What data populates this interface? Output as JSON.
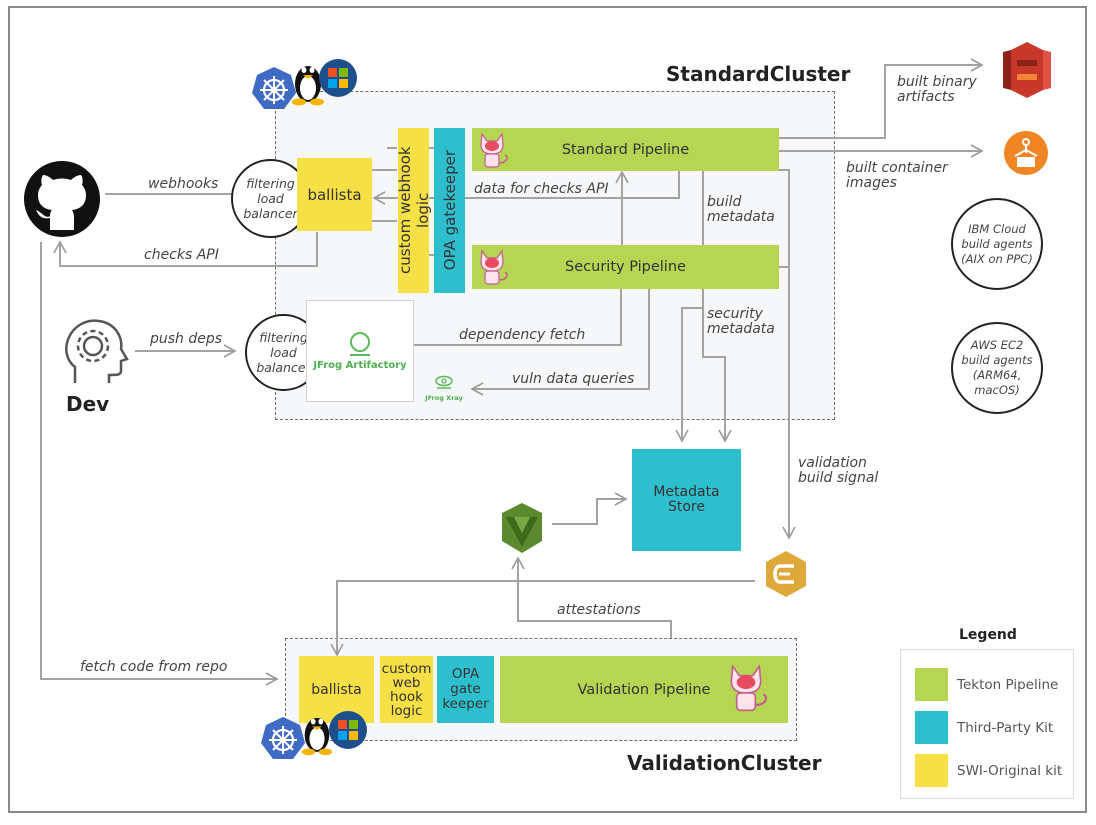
{
  "clusters": {
    "standard": {
      "title": "StandardCluster"
    },
    "validation": {
      "title": "ValidationCluster"
    }
  },
  "actors": {
    "github": {
      "icon": "github-icon"
    },
    "dev": {
      "label": "Dev",
      "icon": "developer-head-gear-icon"
    }
  },
  "load_balancers": [
    {
      "label": "filtering load balancer"
    },
    {
      "label": "filtering load balancer"
    }
  ],
  "standard_cluster": {
    "ballista": "ballista",
    "custom_webhook_logic": "custom webhook logic",
    "opa_gatekeeper": "OPA gatekeeper",
    "standard_pipeline": "Standard Pipeline",
    "security_pipeline": "Security Pipeline",
    "artifactory": "JFrog Artifactory",
    "xray": "JFrog Xray"
  },
  "validation_cluster": {
    "ballista": "ballista",
    "custom_webhook_logic_lines": [
      "custom",
      "web",
      "hook",
      "logic"
    ],
    "opa_gatekeeper_lines": [
      "OPA",
      "gate",
      "keeper"
    ],
    "validation_pipeline": "Validation Pipeline"
  },
  "metadata_store": {
    "lines": [
      "Metadata",
      "Store"
    ]
  },
  "build_agents": [
    {
      "lines": [
        "IBM Cloud",
        "build agents",
        "(AIX on PPC)"
      ]
    },
    {
      "lines": [
        "AWS EC2",
        "build agents",
        "(ARM64,",
        "macOS)"
      ]
    }
  ],
  "edge_labels": {
    "webhooks": "webhooks",
    "checks_api": "checks API",
    "data_for_checks_api": "data for checks API",
    "push_deps": "push deps",
    "dependency_fetch": "dependency fetch",
    "vuln_data_queries": "vuln data queries",
    "build_metadata": [
      "build",
      "metadata"
    ],
    "security_metadata": [
      "security",
      "metadata"
    ],
    "built_binary_artifacts": [
      "built binary",
      "artifacts"
    ],
    "built_container_images": [
      "built container",
      "images"
    ],
    "validation_build_signal": [
      "validation",
      "build signal"
    ],
    "attestations": "attestations",
    "fetch_code_from_repo": "fetch code from repo"
  },
  "external_icons": {
    "s3": "aws-s3-icon",
    "ecr": "aws-ecr-icon",
    "signer": "aws-signer-icon",
    "jenkins_like": "build-signal-hex-icon"
  },
  "legend": {
    "title": "Legend",
    "items": [
      {
        "label": "Tekton Pipeline",
        "color": "#b5d553"
      },
      {
        "label": "Third-Party Kit",
        "color": "#2ebfcf"
      },
      {
        "label": "SWI-Original kit",
        "color": "#f7df46"
      }
    ]
  }
}
